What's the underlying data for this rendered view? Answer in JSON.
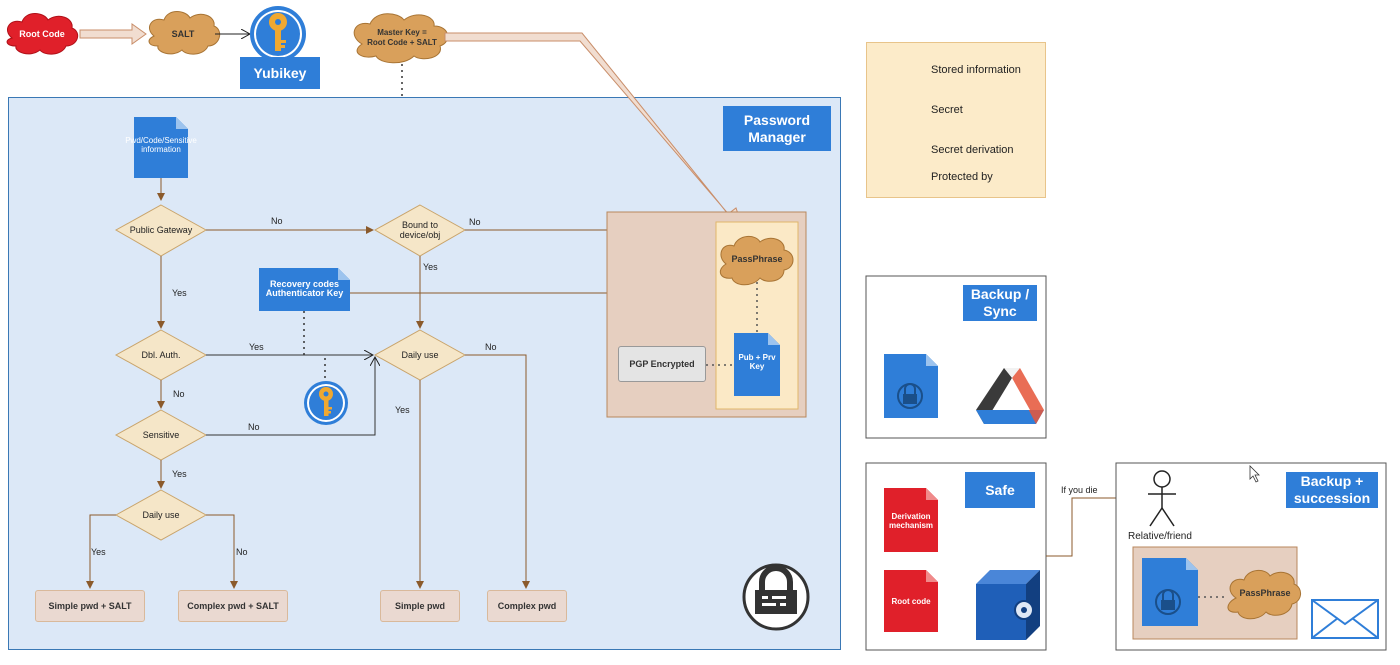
{
  "top_chain": {
    "root_code": "Root Code",
    "salt": "SALT",
    "yubikey": "Yubikey",
    "master_key": "Master Key =\nRoot Code + SALT"
  },
  "password_manager": {
    "title": "Password\nManager",
    "input_doc": "Pwd/Code/Sensitive\ninformation",
    "recovery_doc": "Recovery codes\nAuthenticator Key",
    "decisions": {
      "public_gateway": "Public Gateway",
      "bound_device": "Bound to\ndevice/obj",
      "dbl_auth": "Dbl. Auth.",
      "daily_use_right": "Daily use",
      "sensitive": "Sensitive",
      "daily_use_left": "Daily use"
    },
    "edges": {
      "pg_no": "No",
      "pg_yes": "Yes",
      "bd_no": "No",
      "bd_yes": "Yes",
      "dbl_yes": "Yes",
      "dbl_no": "No",
      "sens_no": "No",
      "sens_yes": "Yes",
      "dur_no": "No",
      "dur_yes": "Yes",
      "dul_yes": "Yes",
      "dul_no": "No"
    },
    "outputs": {
      "simple_salt": "Simple pwd + SALT",
      "complex_salt": "Complex pwd + SALT",
      "simple": "Simple pwd",
      "complex": "Complex pwd"
    },
    "pgp": "PGP Encrypted",
    "passphrase": "PassPhrase",
    "keypair": "Pub + Prv\nKey"
  },
  "legend": {
    "stored": "Stored information",
    "secret": "Secret",
    "derivation": "Secret derivation",
    "protected": "Protected by"
  },
  "backup_sync": {
    "title": "Backup /\nSync"
  },
  "safe": {
    "title": "Safe",
    "derivation_doc": "Derivation\nmechanism",
    "root_doc": "Root code",
    "if_die": "If you die"
  },
  "succession": {
    "title": "Backup +\nsuccession",
    "person": "Relative/friend",
    "passphrase": "PassPhrase"
  },
  "colors": {
    "accent_blue": "#2f7ed8",
    "secret_orange": "#d9a05b",
    "root_red": "#e0202a",
    "pm_bg": "#dce8f7",
    "decision_fill": "#f5e6c8"
  }
}
